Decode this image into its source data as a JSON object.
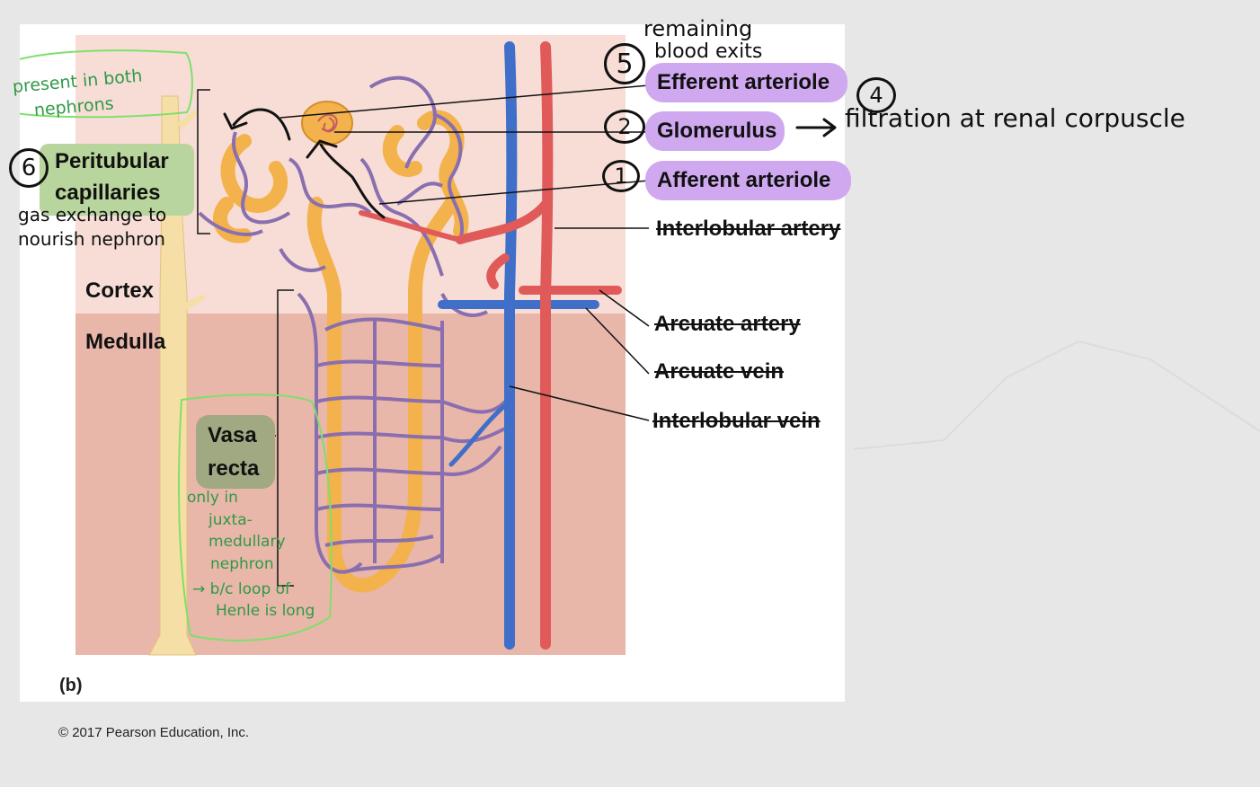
{
  "figure_letter": "(b)",
  "copyright": "© 2017 Pearson Education, Inc.",
  "labels": {
    "efferent_arteriole": "Efferent arteriole",
    "glomerulus": "Glomerulus",
    "afferent_arteriole": "Afferent arteriole",
    "interlobular_artery": "Interlobular artery",
    "arcuate_artery": "Arcuate artery",
    "arcuate_vein": "Arcuate vein",
    "interlobular_vein": "Interlobular vein",
    "peritubular_line1": "Peritubular",
    "peritubular_line2": "capillaries",
    "cortex": "Cortex",
    "medulla": "Medulla",
    "vasa_line1": "Vasa",
    "vasa_line2": "recta"
  },
  "annotations": {
    "remaining_line1": "remaining",
    "remaining_line2": "blood exits",
    "num5": "5",
    "num4": "4",
    "num2": "2",
    "num1": "1",
    "num6": "6",
    "filtration": "filtration at renal corpuscle",
    "gas_line1": "gas exchange to",
    "gas_line2": "nourish nephron",
    "present_line1": "present in both",
    "present_line2": "nephrons",
    "only_line1": "only in",
    "only_line2": "juxta-",
    "only_line3": "medullary",
    "only_line4": "nephron",
    "blc_line1": "→ b/c loop of",
    "blc_line2": "Henle is long"
  },
  "colors": {
    "pill": "#cfa8f0",
    "handwriting_green": "#2f9a46",
    "artery_red": "#e05a5a",
    "vein_blue": "#3f6fc9",
    "capillary_purple": "#8a6fb0",
    "tubule_orange": "#f3b24b",
    "cortex_pink": "#f7ddd6",
    "medulla_pink": "#e9b6aa"
  }
}
